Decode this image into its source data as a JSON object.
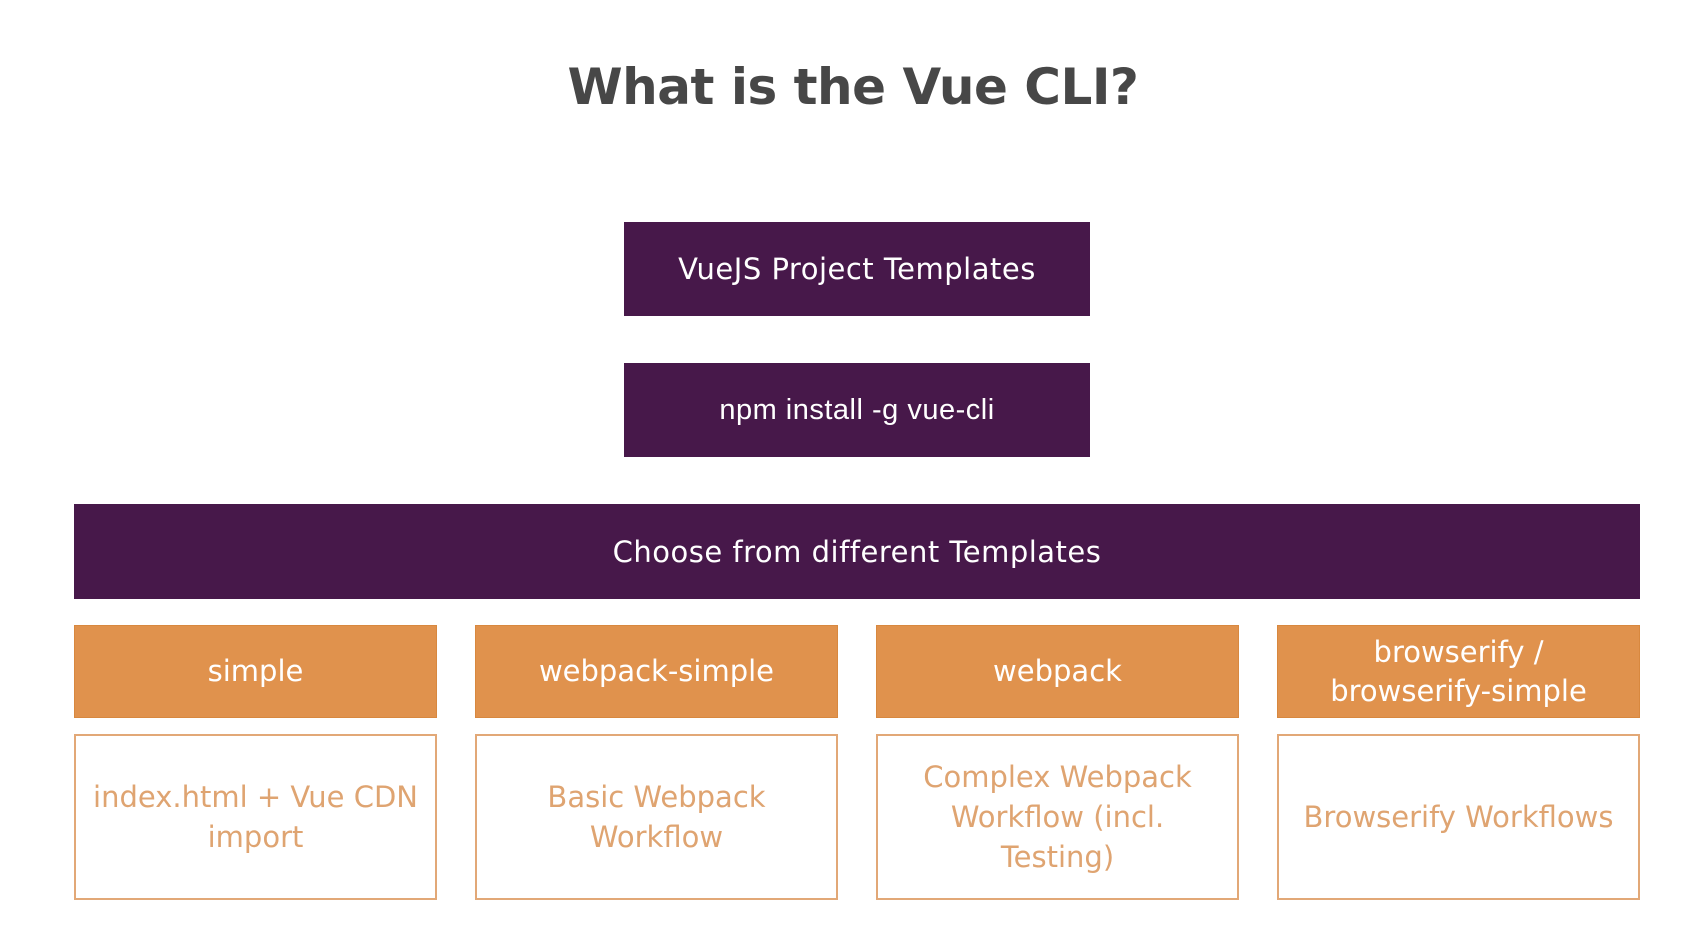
{
  "slide": {
    "title": "What is the Vue CLI?"
  },
  "diagram": {
    "top_box": "VueJS Project Templates",
    "install_box": "npm install -g vue-cli",
    "choose_box": "Choose from different Templates",
    "templates": [
      {
        "name": "simple",
        "description": "index.html + Vue CDN import"
      },
      {
        "name": "webpack-simple",
        "description": "Basic Webpack Workflow"
      },
      {
        "name": "webpack",
        "description": "Complex Webpack Workflow (incl. Testing)"
      },
      {
        "name": "browserify / browserify-simple",
        "description": "Browserify Workflows"
      }
    ]
  },
  "colors": {
    "purple": "#47184a",
    "orange": "#e0924d",
    "outline": "#e2a877",
    "title": "#474747"
  }
}
